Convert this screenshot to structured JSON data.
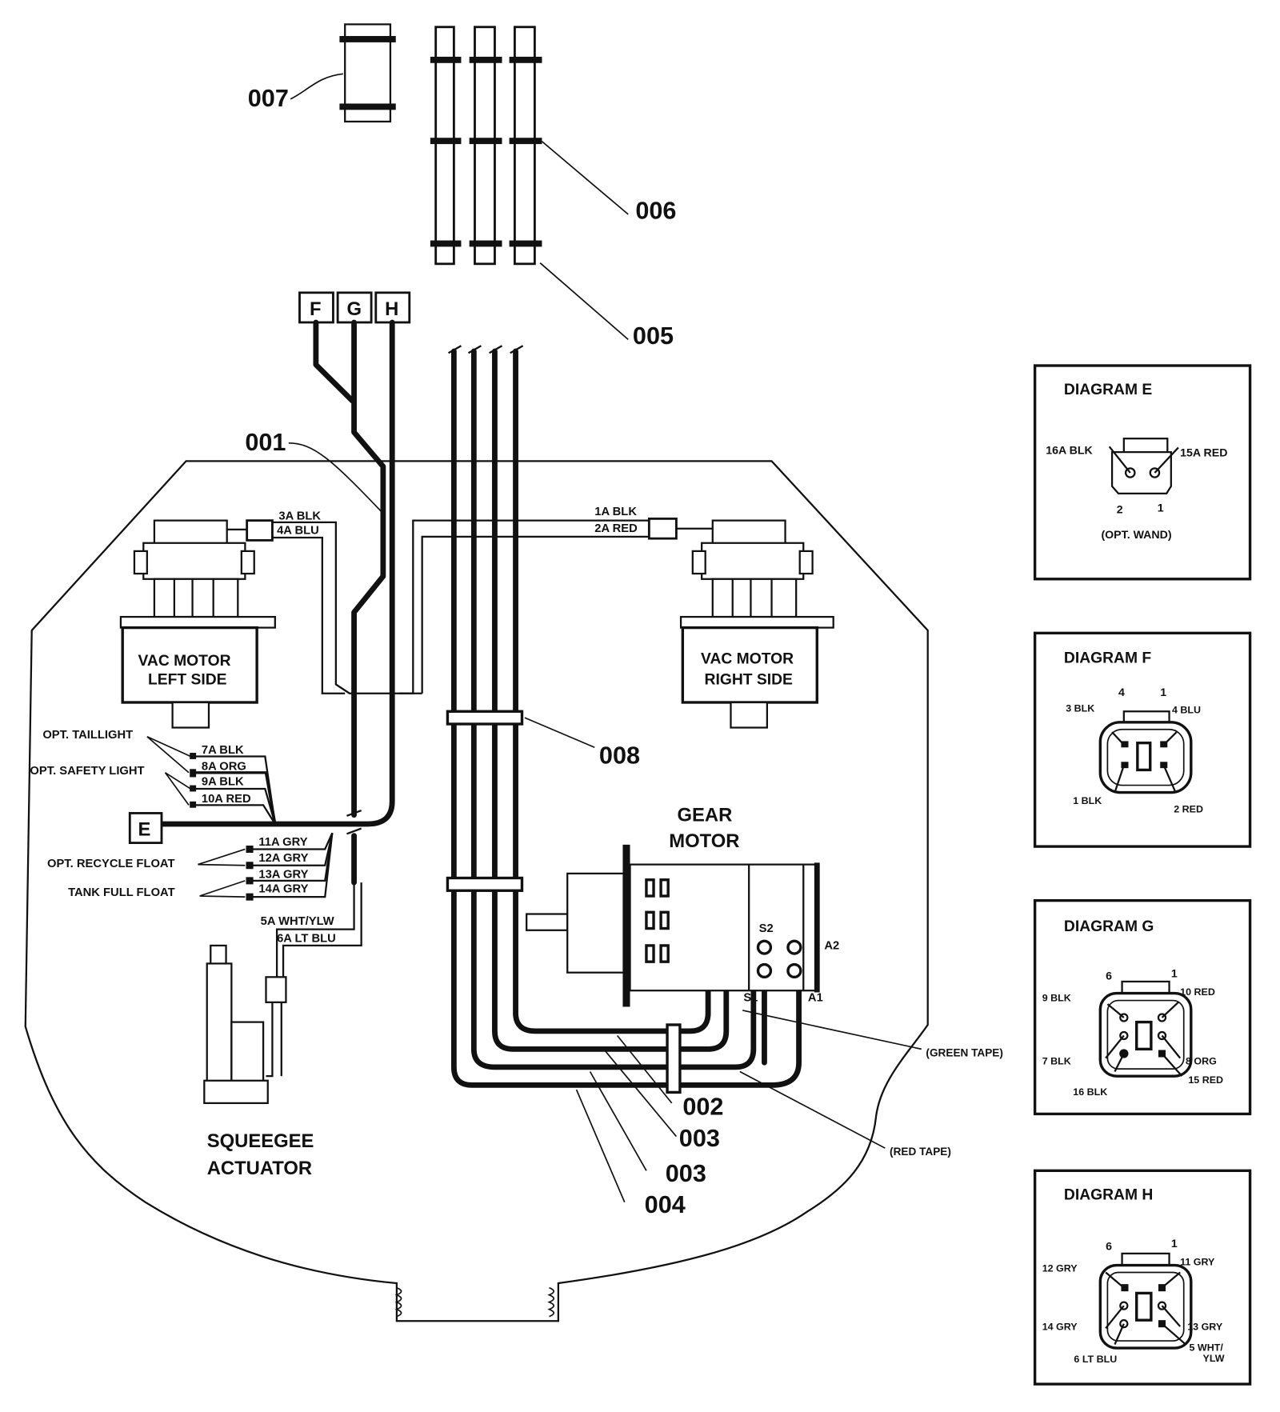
{
  "parts": {
    "p001": "001",
    "p002": "002",
    "p003a": "003",
    "p003b": "003",
    "p004": "004",
    "p005": "005",
    "p006": "006",
    "p007": "007",
    "p008": "008"
  },
  "connectors": {
    "F": "F",
    "G": "G",
    "H": "H",
    "E": "E"
  },
  "components": {
    "vac_left_1": "VAC MOTOR",
    "vac_left_2": "LEFT SIDE",
    "vac_right_1": "VAC MOTOR",
    "vac_right_2": "RIGHT SIDE",
    "gear_1": "GEAR",
    "gear_2": "MOTOR",
    "squeegee_1": "SQUEEGEE",
    "squeegee_2": "ACTUATOR"
  },
  "wires": {
    "w3a": "3A BLK",
    "w4a": "4A BLU",
    "w1a": "1A BLK",
    "w2a": "2A RED",
    "w7a": "7A BLK",
    "w8a": "8A ORG",
    "w9a": "9A BLK",
    "w10a": "10A RED",
    "w11a": "11A GRY",
    "w12a": "12A GRY",
    "w13a": "13A GRY",
    "w14a": "14A GRY",
    "w5a": "5A WHT/YLW",
    "w6a": "6A LT BLU"
  },
  "options": {
    "taillight": "OPT. TAILLIGHT",
    "safety": "OPT. SAFETY LIGHT",
    "recycle": "OPT. RECYCLE FLOAT",
    "tankfull": "TANK FULL FLOAT"
  },
  "terminals": {
    "s1": "S1",
    "s2": "S2",
    "a1": "A1",
    "a2": "A2"
  },
  "tape": {
    "green": "(GREEN TAPE)",
    "red": "(RED TAPE)"
  },
  "diagrams": {
    "E": {
      "title": "DIAGRAM E",
      "l1": "16A BLK",
      "l2": "15A RED",
      "n2": "2",
      "n1": "1",
      "note": "(OPT. WAND)"
    },
    "F": {
      "title": "DIAGRAM F",
      "n4": "4",
      "n1": "1",
      "tl": "3 BLK",
      "tr": "4 BLU",
      "bl": "1 BLK",
      "br": "2 RED"
    },
    "G": {
      "title": "DIAGRAM G",
      "n6": "6",
      "n1": "1",
      "tl": "9 BLK",
      "tr": "10 RED",
      "ml": "7 BLK",
      "mr": "8 ORG",
      "bl": "16 BLK",
      "br": "15 RED"
    },
    "H": {
      "title": "DIAGRAM H",
      "n6": "6",
      "n1": "1",
      "tl": "12 GRY",
      "tr": "11 GRY",
      "ml": "14 GRY",
      "mr": "13 GRY",
      "bl": "6 LT BLU",
      "br1": "5 WHT/",
      "br2": "YLW"
    }
  }
}
